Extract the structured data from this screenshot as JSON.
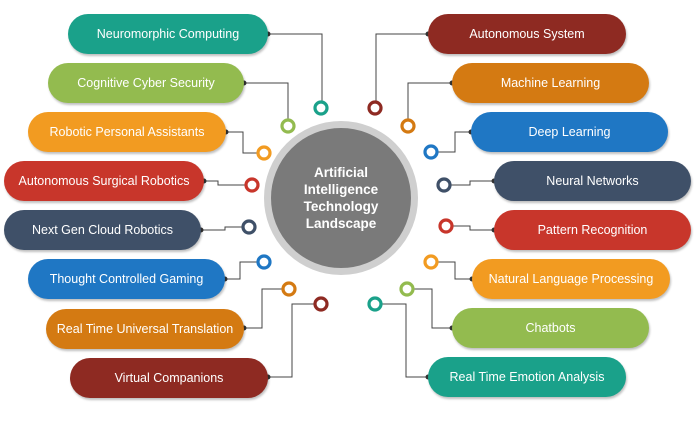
{
  "center": {
    "title": "Artificial Intelligence Technology Landscape",
    "color": "#7a7a7a"
  },
  "left_items": [
    {
      "label": "Neuromorphic Computing",
      "color": "#1aa18a"
    },
    {
      "label": "Cognitive Cyber Security",
      "color": "#93bb4f"
    },
    {
      "label": "Robotic Personal Assistants",
      "color": "#f29b21"
    },
    {
      "label": "Autonomous Surgical Robotics",
      "color": "#c8362b"
    },
    {
      "label": "Next Gen Cloud Robotics",
      "color": "#3f5068"
    },
    {
      "label": "Thought Controlled Gaming",
      "color": "#1f77c4"
    },
    {
      "label": "Real Time Universal Translation",
      "color": "#d47a12"
    },
    {
      "label": "Virtual Companions",
      "color": "#8e2a22"
    }
  ],
  "right_items": [
    {
      "label": "Autonomous System",
      "color": "#8e2a22"
    },
    {
      "label": "Machine Learning",
      "color": "#d47a12"
    },
    {
      "label": "Deep Learning",
      "color": "#1f77c4"
    },
    {
      "label": "Neural Networks",
      "color": "#3f5068"
    },
    {
      "label": "Pattern Recognition",
      "color": "#c8362b"
    },
    {
      "label": "Natural Language Processing",
      "color": "#f29b21"
    },
    {
      "label": "Chatbots",
      "color": "#93bb4f"
    },
    {
      "label": "Real Time Emotion Analysis",
      "color": "#1aa18a"
    }
  ]
}
